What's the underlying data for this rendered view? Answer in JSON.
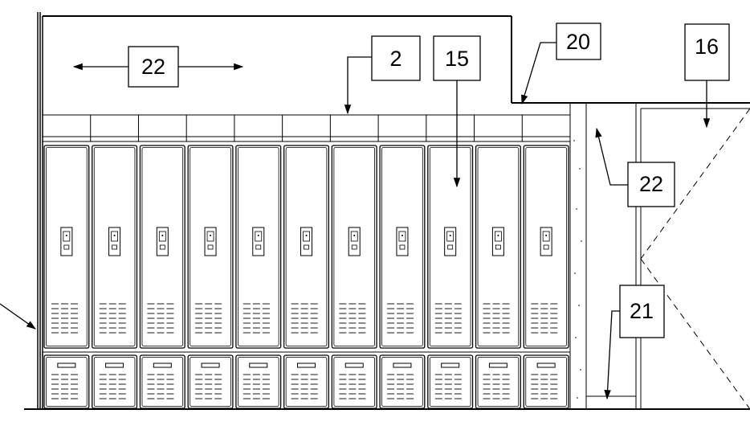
{
  "drawing": {
    "type": "locker elevation drawing",
    "line_color": "#000000",
    "background": "#ffffff"
  },
  "callouts": {
    "c22_top": "22",
    "c2": "2",
    "c15": "15",
    "c20": "20",
    "c16": "16",
    "c22_right": "22",
    "c21": "21"
  },
  "lockers": {
    "upper_door_count": 11,
    "lower_door_count": 11
  }
}
